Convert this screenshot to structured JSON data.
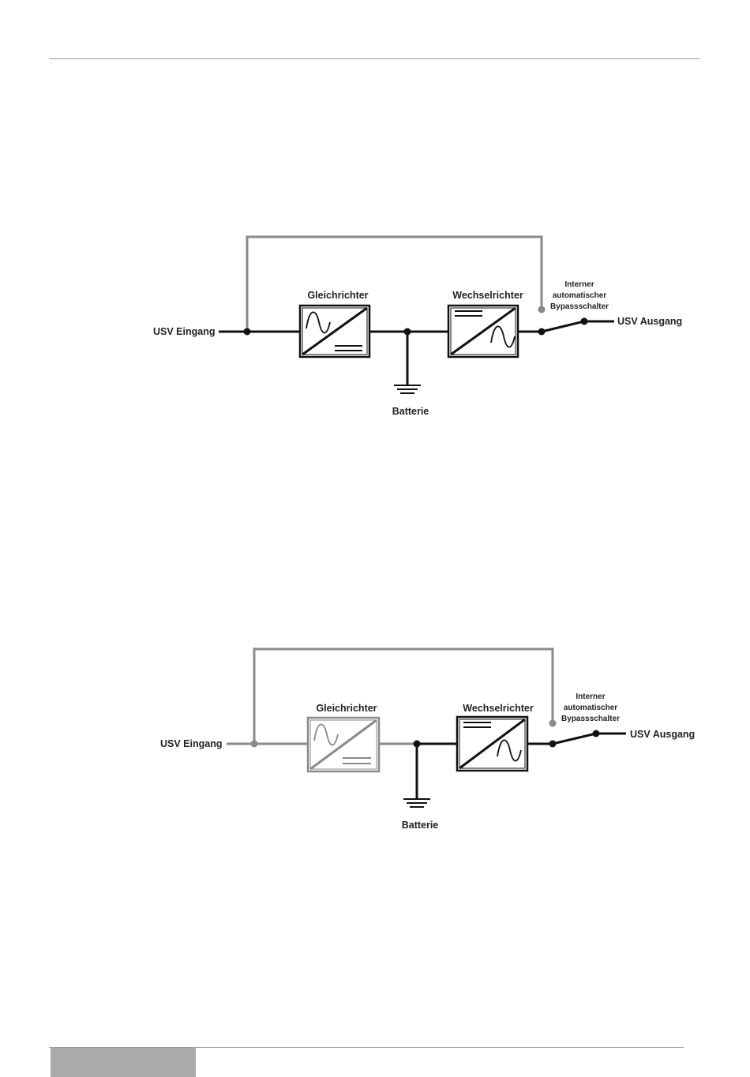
{
  "diagrams": [
    {
      "name": "normal-operation",
      "labels": {
        "input": "USV Eingang",
        "output": "USV Ausgang",
        "rectifier": "Gleichrichter",
        "inverter": "Wechselrichter",
        "battery": "Batterie",
        "bypass_line1": "Interner",
        "bypass_line2": "automatischer",
        "bypass_line3": "Bypassschalter"
      },
      "colors": {
        "active": "#111111",
        "inactive": "#8a8a8a"
      }
    },
    {
      "name": "battery-operation",
      "labels": {
        "input": "USV Eingang",
        "output": "USV Ausgang",
        "rectifier": "Gleichrichter",
        "inverter": "Wechselrichter",
        "battery": "Batterie",
        "bypass_line1": "Interner",
        "bypass_line2": "automatischer",
        "bypass_line3": "Bypassschalter"
      },
      "colors": {
        "active": "#111111",
        "inactive": "#8a8a8a"
      }
    }
  ]
}
